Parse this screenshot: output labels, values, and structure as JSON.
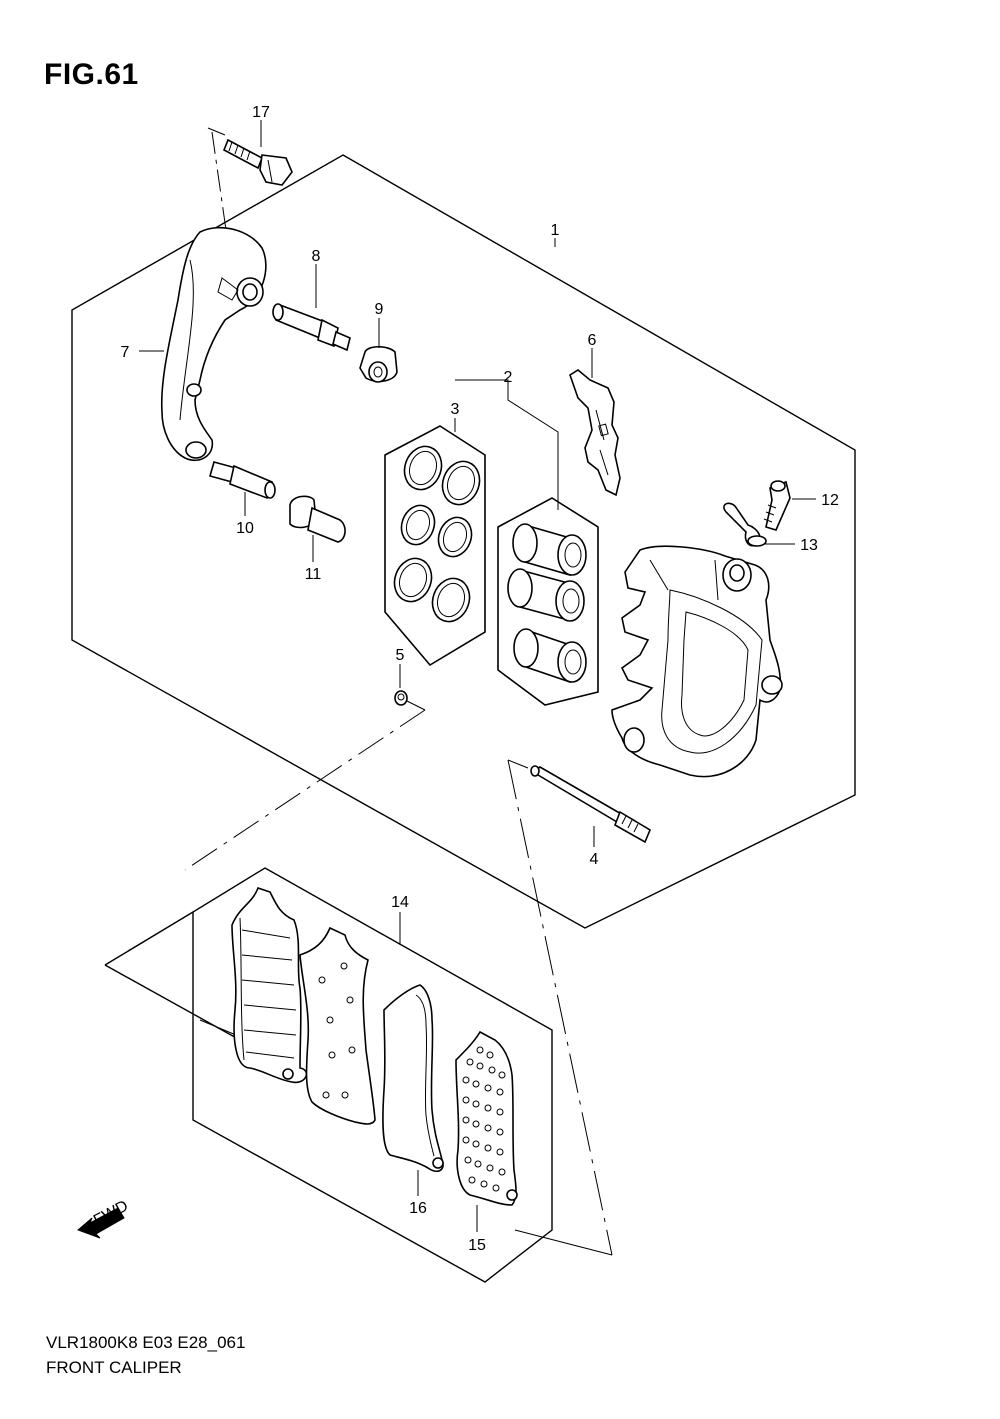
{
  "figure_title": "FIG.61",
  "footer": {
    "model_code": "VLR1800K8 E03 E28_061",
    "section_name": "FRONT CALIPER"
  },
  "fwd_badge": "FWD",
  "callouts": {
    "c1": "1",
    "c2": "2",
    "c3": "3",
    "c4": "4",
    "c5": "5",
    "c6": "6",
    "c7": "7",
    "c8": "8",
    "c9": "9",
    "c10": "10",
    "c11": "11",
    "c12": "12",
    "c13": "13",
    "c14": "14",
    "c15": "15",
    "c16": "16",
    "c17": "17"
  }
}
